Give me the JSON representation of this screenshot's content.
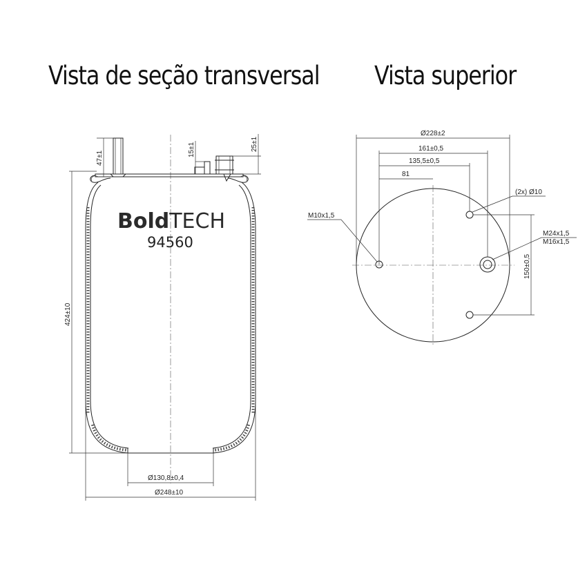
{
  "titles": {
    "cross_section": "Vista de seção transversal",
    "top_view": "Vista superior"
  },
  "brand": {
    "bold": "Bold",
    "light": "TECH",
    "model": "94560"
  },
  "cross_section_dims": {
    "stud_height": "47±1",
    "port_height": "15±1",
    "fitting_height": "25±1",
    "overall_height": "424±10",
    "piston_diameter": "Ø130,8±0,4",
    "max_diameter": "Ø248±10"
  },
  "top_view_dims": {
    "plate_diameter": "Ø228±2",
    "dist_161": "161±0,5",
    "dist_135": "135,5±0,5",
    "dist_81": "81",
    "holes": "(2x) Ø10",
    "thread_m10": "M10x1,5",
    "thread_m24": "M24x1,5",
    "thread_m16": "M16x1,5",
    "spacing_150": "150±0,5"
  }
}
